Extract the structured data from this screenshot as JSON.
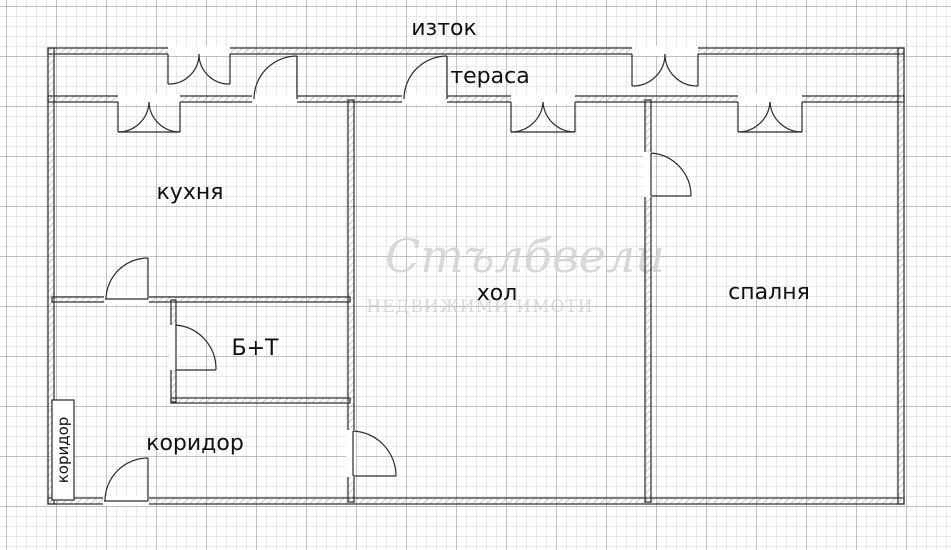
{
  "orientation_label": "изток",
  "rooms": {
    "terrace": "тераса",
    "kitchen": "кухня",
    "hall": "хол",
    "bedroom": "спалня",
    "bathroom": "Б+Т",
    "corridor": "коридор",
    "corridor_vertical": "коридор"
  },
  "watermark": {
    "script": "Стълбвели",
    "subtitle": "НЕДВИЖИМИ ИМОТИ"
  },
  "colors": {
    "grid_minor": "#c8c8c8",
    "grid_major": "#9a9a9a",
    "wall_stroke": "#2a2a2a",
    "wall_hatch": "#b5b5b5",
    "text": "#111111",
    "watermark": "#d2d2d2"
  }
}
